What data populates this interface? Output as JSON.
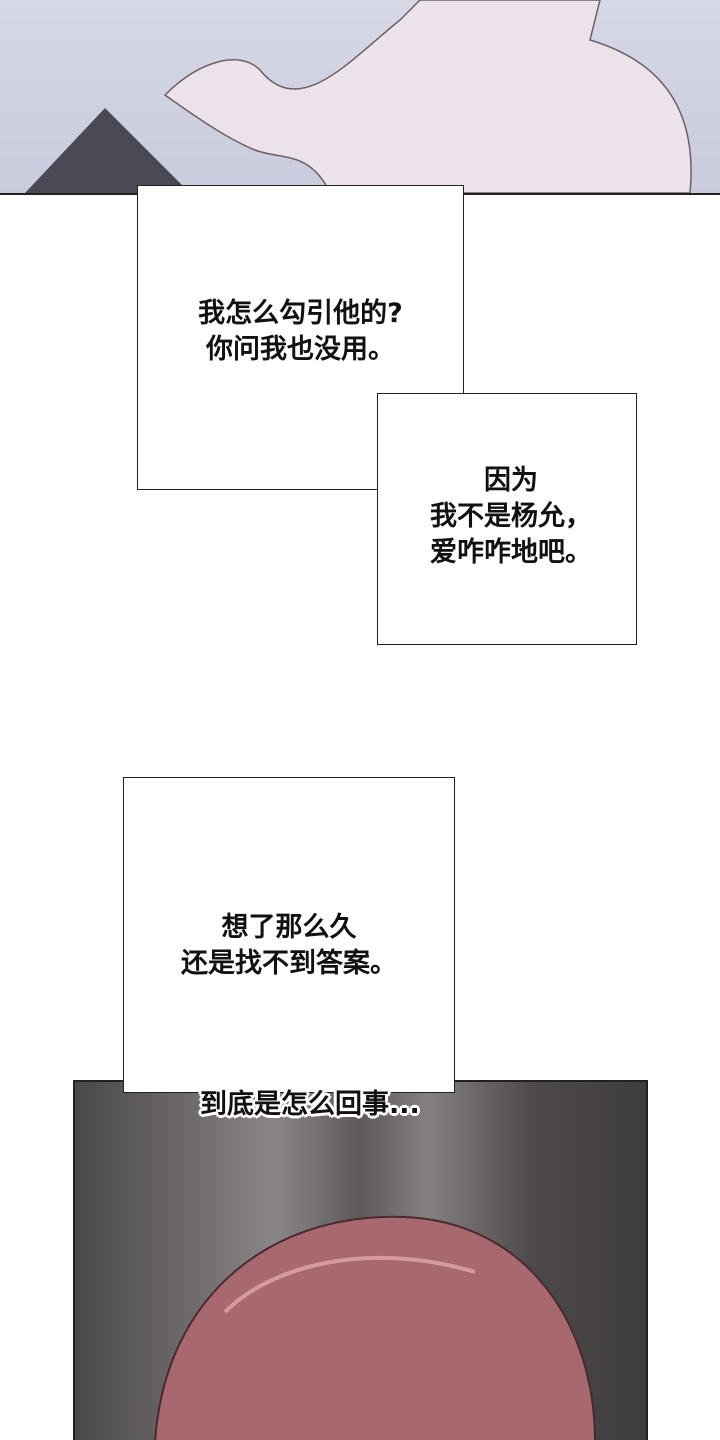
{
  "bubbles": {
    "b1": [
      "我怎么勾引他的?",
      "你问我也没用。"
    ],
    "b2": [
      "因为",
      "我不是杨允，",
      "爱咋咋地吧。"
    ],
    "b3": [
      "想了那么久",
      "还是找不到答案。"
    ]
  },
  "sfx": "到底是怎么回事..."
}
